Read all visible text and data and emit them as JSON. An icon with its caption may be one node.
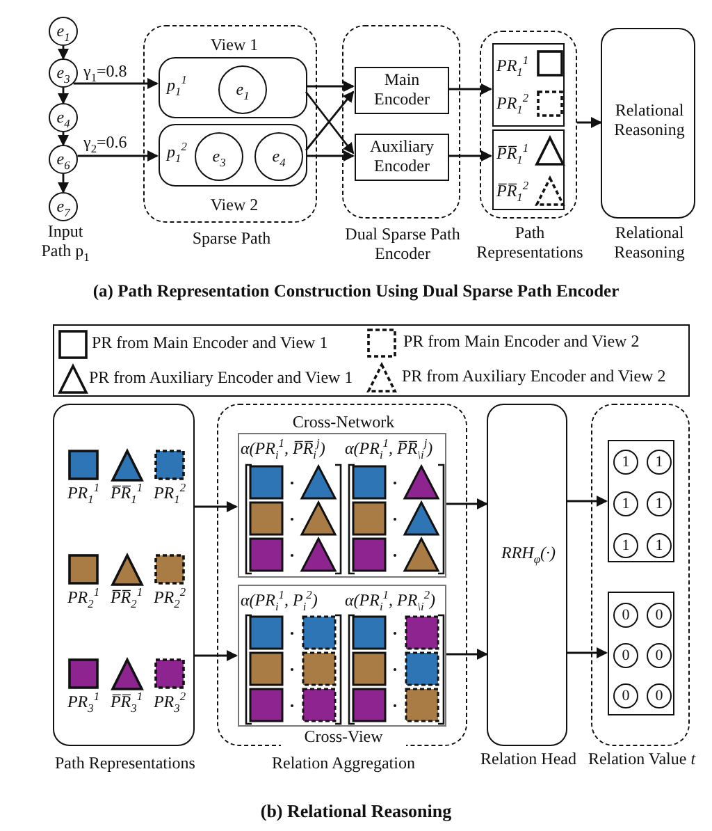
{
  "diagram": {
    "nodes": [
      {
        "text": [
          "e$_{1}$"
        ]
      },
      {
        "text": [
          "e$_{3}$"
        ]
      },
      {
        "text": [
          "e$_{4}$"
        ]
      },
      {
        "text": [
          "e$_{6}$"
        ]
      },
      {
        "text": [
          "e$_{7}$"
        ]
      },
      {
        "text": [
          "Sparse Path"
        ]
      },
      {
        "text": [
          "View 1",
          "p$_{1}$$^{1}$"
        ],
        "in": 5
      },
      {
        "text": [
          "e$_{1}$"
        ],
        "in": 6
      },
      {
        "text": [
          "View 2",
          "p$_{1}$$^{2}$"
        ],
        "in": 5
      },
      {
        "text": [
          "e$_{3}$"
        ],
        "in": 8
      },
      {
        "text": [
          "e$_{4}$"
        ],
        "in": 8
      },
      {
        "text": [
          "Dual Sparse Path Encoder"
        ]
      },
      {
        "text": [
          "Main Encoder"
        ],
        "in": 11
      },
      {
        "text": [
          "Auxiliary Encoder"
        ],
        "in": 11
      },
      {
        "text": [
          "Path Representations"
        ]
      },
      {
        "text": [
          "PR$_{1}$$^{1}$",
          "PR$_{1}$$^{2}$"
        ],
        "in": 14
      },
      {
        "text": [
          "P̅R̅$_{1}$$^{1}$",
          "P̅R̅$_{1}$$^{2}$"
        ],
        "in": 14
      },
      {
        "text": [
          "Relational Reasoning",
          "Relational Reasoning"
        ]
      },
      {
        "text": [
          "PR$_{1}$$^{1}$",
          "P̅R̅$_{1}$$^{1}$",
          "PR$_{1}$$^{2}$",
          "PR$_{2}$$^{1}$",
          "P̅R̅$_{2}$$^{1}$",
          "PR$_{2}$$^{2}$",
          "PR$_{3}$$^{1}$",
          "P̅R̅$_{3}$$^{1}$",
          "PR$_{3}$$^{2}$",
          "Path Representations"
        ]
      },
      {
        "text": [
          "Relation Aggregation"
        ]
      },
      {
        "text": [
          "Cross-Network",
          "α(PR$_{i}$$^{1}$, P̅R̅$_{i}$$^{j}$)",
          "α(PR$_{i}$$^{1}$, P̅R̅$_{\\i}$$^{j}$)"
        ],
        "in": 19
      },
      {
        "text": [
          "α(PR$_{i}$$^{1}$, P$_{i}$$^{2}$)",
          "α(PR$_{i}$$^{1}$, PR$_{\\i}$$^{2}$)",
          "Cross-View"
        ],
        "in": 19
      },
      {
        "text": [
          "RRH$_{φ}$(·)",
          "Relation Head"
        ]
      },
      {
        "text": [
          "Relation Value *t*"
        ]
      },
      {
        "text": [],
        "shape": "box",
        "in": 23
      },
      {
        "text": [
          "1"
        ],
        "in": 24
      },
      {
        "text": [
          "1"
        ],
        "in": 24
      },
      {
        "text": [
          "1"
        ],
        "in": 24
      },
      {
        "text": [
          "1"
        ],
        "in": 24
      },
      {
        "text": [
          "1"
        ],
        "in": 24
      },
      {
        "text": [
          "1"
        ],
        "in": 24
      },
      {
        "text": [],
        "shape": "box",
        "in": 23
      },
      {
        "text": [
          "0"
        ],
        "in": 31
      },
      {
        "text": [
          "0"
        ],
        "in": 31
      },
      {
        "text": [
          "0"
        ],
        "in": 31
      },
      {
        "text": [
          "0"
        ],
        "in": 31
      },
      {
        "text": [
          "0"
        ],
        "in": 31
      },
      {
        "text": [
          "0"
        ],
        "in": 31
      }
    ],
    "edges": [
      {
        "from": 0,
        "to": 1,
        "arrow": "to"
      },
      {
        "from": 1,
        "to": 2,
        "arrow": "to"
      },
      {
        "from": 2,
        "to": 3,
        "arrow": "to"
      },
      {
        "from": 3,
        "to": 4,
        "arrow": "to"
      },
      {
        "from": 1,
        "to": 6,
        "arrow": "to",
        "label": "γ$_{1}$=0.8"
      },
      {
        "from": 3,
        "to": 8,
        "arrow": "to",
        "label": "γ$_{2}$=0.6"
      },
      {
        "from": 6,
        "to": 12,
        "arrow": "to"
      },
      {
        "from": 6,
        "to": 13,
        "arrow": "to"
      },
      {
        "from": 8,
        "to": 12,
        "arrow": "to"
      },
      {
        "from": 8,
        "to": 13,
        "arrow": "to"
      },
      {
        "from": 12,
        "to": 15,
        "arrow": "to"
      },
      {
        "from": 13,
        "to": 16,
        "arrow": "to"
      },
      {
        "from": 14,
        "to": 17,
        "arrow": "to"
      },
      {
        "from": 18,
        "to": 20,
        "arrow": "to"
      },
      {
        "from": 18,
        "to": 21,
        "arrow": "to"
      },
      {
        "from": 20,
        "to": 22,
        "arrow": "to"
      },
      {
        "from": 21,
        "to": 22,
        "arrow": "to"
      },
      {
        "from": 22,
        "to": 24,
        "arrow": "to"
      },
      {
        "from": 22,
        "to": 31,
        "arrow": "to"
      }
    ],
    "labels": [
      "Input Path p$_{1}$",
      "(a) Path Representation Construction Using Dual Sparse Path Encoder",
      "(b) Relational Reasoning"
    ],
    "legend": [
      {
        "text": "PR from Main Encoder and View 1"
      },
      {
        "text": "PR from Main Encoder and View 2"
      },
      {
        "text": "PR from Auxiliary Encoder and View 1"
      },
      {
        "text": "PR from Auxiliary Encoder and View 2"
      }
    ]
  }
}
